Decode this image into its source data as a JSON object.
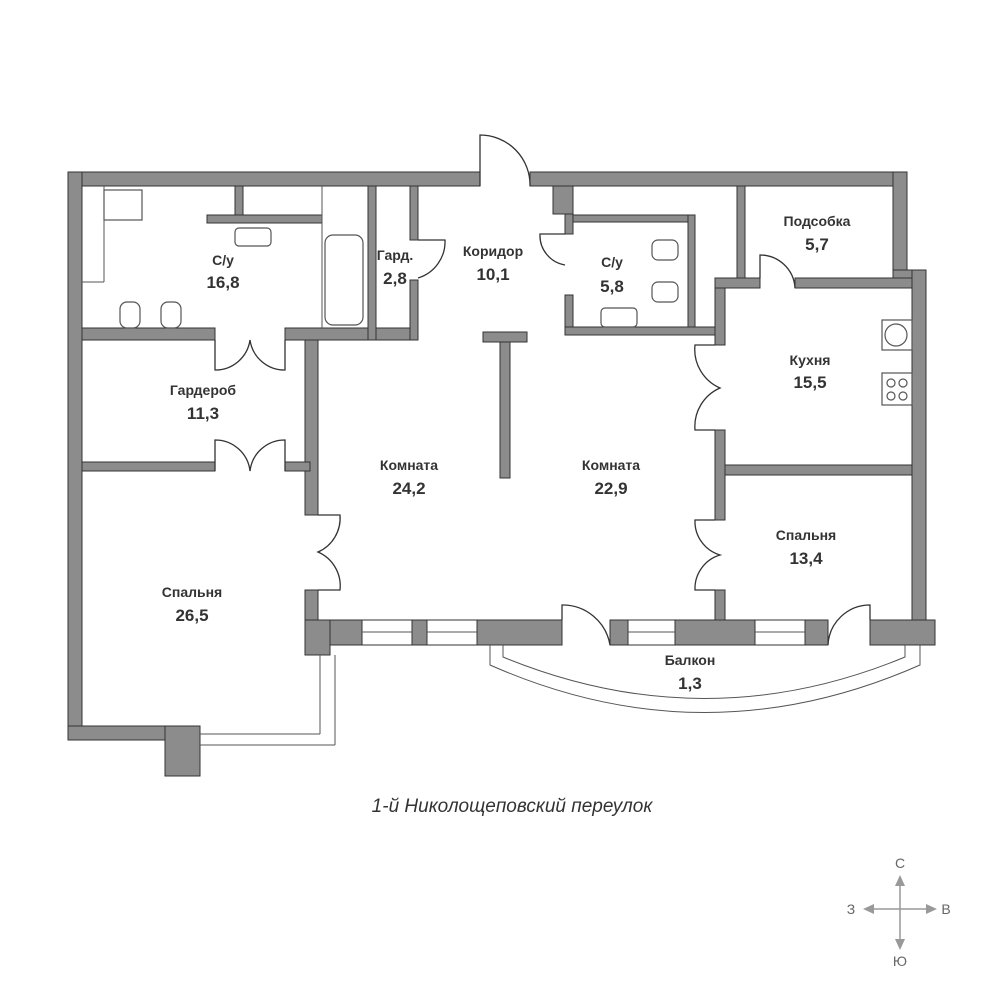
{
  "rooms": [
    {
      "name": "С/у",
      "area": "16,8"
    },
    {
      "name": "Гард.",
      "area": "2,8"
    },
    {
      "name": "Коридор",
      "area": "10,1"
    },
    {
      "name": "С/у",
      "area": "5,8"
    },
    {
      "name": "Подсобка",
      "area": "5,7"
    },
    {
      "name": "Гардероб",
      "area": "11,3"
    },
    {
      "name": "Кухня",
      "area": "15,5"
    },
    {
      "name": "Комната",
      "area": "24,2"
    },
    {
      "name": "Комната",
      "area": "22,9"
    },
    {
      "name": "Спальня",
      "area": "13,4"
    },
    {
      "name": "Спальня",
      "area": "26,5"
    },
    {
      "name": "Балкон",
      "area": "1,3"
    }
  ],
  "caption": "1-й Николощеповский переулок",
  "compass": {
    "north": "С",
    "south": "Ю",
    "west": "З",
    "east": "В"
  },
  "colors": {
    "wall": "#8c8c8c",
    "text": "#333333"
  }
}
